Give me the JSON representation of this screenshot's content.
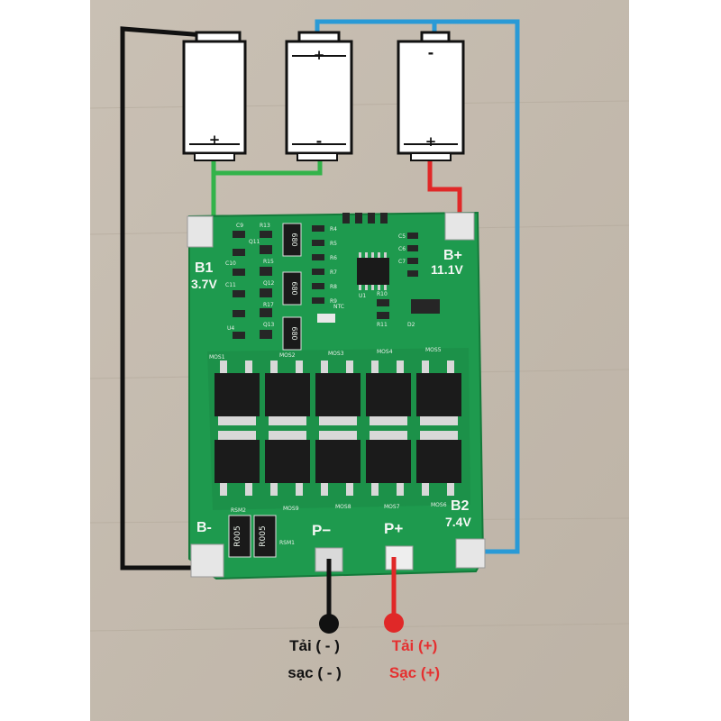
{
  "batteries": [
    {
      "top_sign": "",
      "bottom_sign": "+"
    },
    {
      "top_sign": "+",
      "bottom_sign": "-"
    },
    {
      "top_sign": "-",
      "bottom_sign": "+"
    }
  ],
  "board": {
    "b1_label": "B1",
    "b1_voltage": "3.7V",
    "bplus_label": "B+",
    "bplus_voltage": "11.1V",
    "b2_label": "B2",
    "b2_voltage": "7.4V",
    "bminus_label": "B-",
    "pminus_label": "P−",
    "pplus_label": "P+",
    "resistor_680": "680",
    "resistor_r005": "R005",
    "mos_labels": [
      "MOS1",
      "MOS2",
      "MOS3",
      "MOS4",
      "MOS5",
      "MOS9",
      "MOS8",
      "MOS7",
      "MOS6"
    ],
    "smd_labels": [
      "C9",
      "R13",
      "C10",
      "Q11",
      "R15",
      "C11",
      "Q12",
      "R17",
      "Q13",
      "U4",
      "R4",
      "R5",
      "R6",
      "R7",
      "R8",
      "R9",
      "R10",
      "R11",
      "U1",
      "D2",
      "C5",
      "C6",
      "C7",
      "NTC",
      "RSM1",
      "RSM2"
    ]
  },
  "captions": {
    "load_minus": "Tải ( - )",
    "charge_minus": "sạc ( - )",
    "load_plus": "Tải (+)",
    "charge_plus": "Sạc (+)"
  },
  "colors": {
    "black_wire": "#111111",
    "blue_wire": "#2a9ad6",
    "green_wire": "#33b34a",
    "red_wire": "#e02828",
    "pcb": "#1e9a4e",
    "caption_red": "#e53030"
  }
}
